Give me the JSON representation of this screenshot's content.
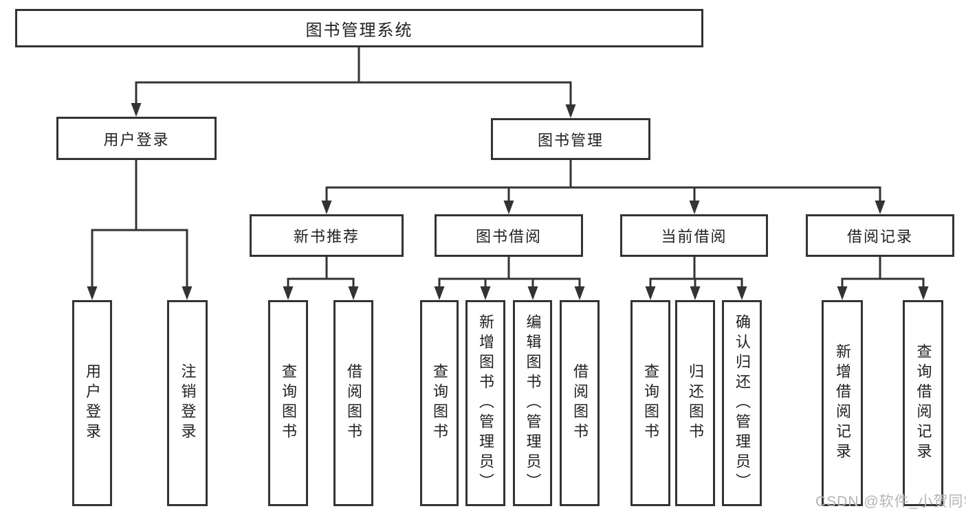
{
  "tree": {
    "label": "图书管理系统",
    "children": [
      {
        "label": "用户登录",
        "children": [
          {
            "label": "用户登录"
          },
          {
            "label": "注销登录"
          }
        ]
      },
      {
        "label": "图书管理",
        "children": [
          {
            "label": "新书推荐",
            "children": [
              {
                "label": "查询图书"
              },
              {
                "label": "借阅图书"
              }
            ]
          },
          {
            "label": "图书借阅",
            "children": [
              {
                "label": "查询图书"
              },
              {
                "label": "新增图书（管理员）"
              },
              {
                "label": "编辑图书（管理员）"
              },
              {
                "label": "借阅图书"
              }
            ]
          },
          {
            "label": "当前借阅",
            "children": [
              {
                "label": "查询图书"
              },
              {
                "label": "归还图书"
              },
              {
                "label": "确认归还（管理员）"
              }
            ]
          },
          {
            "label": "借阅记录",
            "children": [
              {
                "label": "新增借阅记录"
              },
              {
                "label": "查询借阅记录"
              }
            ]
          }
        ]
      }
    ]
  },
  "watermark": "CSDN @软件_小贺同学",
  "colors": {
    "line": "#333333",
    "text": "#222222",
    "watermark": "#b5b5b5",
    "background": "#ffffff"
  }
}
